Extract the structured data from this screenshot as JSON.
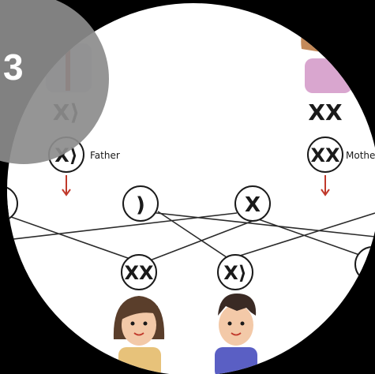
{
  "step_badge": {
    "number": "3"
  },
  "labels": {
    "father": "Father",
    "mother": "Mother"
  },
  "colors": {
    "background": "#000000",
    "panel": "#ffffff",
    "badge": "#8c8c8c",
    "line": "#2b2b2b",
    "arrow": "#c0392b",
    "chromosome": "#1a1a1a",
    "father_shirt": "#d6dbe0",
    "mother_shirt": "#d9a6cf",
    "girl_shirt": "#e7c27a",
    "boy_shirt": "#5a5fc4",
    "girl_hair": "#5a3e2b",
    "boy_hair": "#3a2a24",
    "mother_hair": "#c48a5a",
    "skin": "#f3c9a8"
  }
}
